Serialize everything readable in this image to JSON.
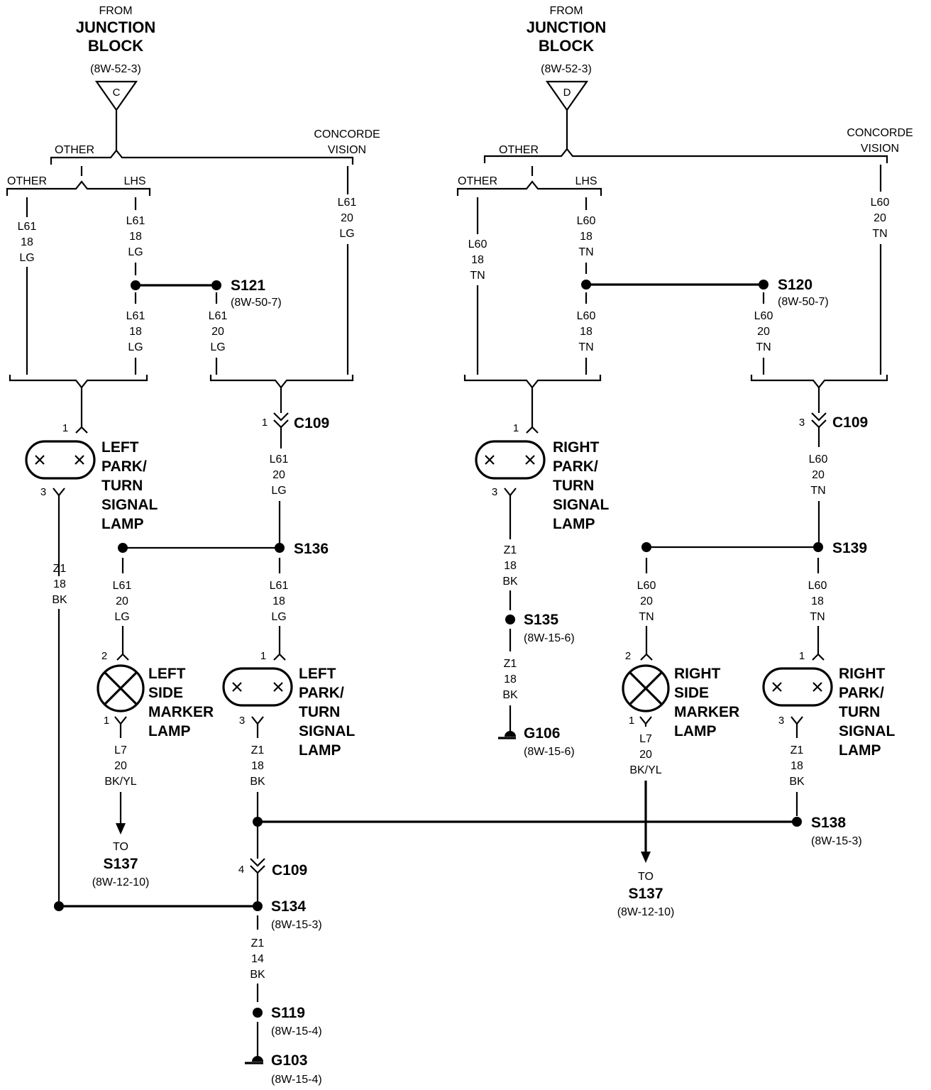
{
  "left": {
    "source": {
      "from": "FROM",
      "title1": "JUNCTION",
      "title2": "BLOCK",
      "ref": "(8W-52-3)",
      "conn": "C"
    },
    "branch": {
      "other": "OTHER",
      "concorde1": "CONCORDE",
      "concorde2": "VISION",
      "other2": "OTHER",
      "lhs": "LHS"
    },
    "wires": {
      "w_other": [
        "L61",
        "18",
        "LG"
      ],
      "w_lhs_top": [
        "L61",
        "18",
        "LG"
      ],
      "w_concorde": [
        "L61",
        "20",
        "LG"
      ],
      "w_lhs_bot": [
        "L61",
        "18",
        "LG"
      ],
      "w_s121": [
        "L61",
        "20",
        "LG"
      ],
      "w_c109": [
        "L61",
        "20",
        "LG"
      ],
      "w_z1_left": [
        "Z1",
        "18",
        "BK"
      ],
      "w_side_top": [
        "L61",
        "20",
        "LG"
      ],
      "w_park2_top": [
        "L61",
        "18",
        "LG"
      ],
      "w_l7": [
        "L7",
        "20",
        "BK/YL"
      ],
      "w_park2_bot": [
        "Z1",
        "18",
        "BK"
      ],
      "w_ground": [
        "Z1",
        "14",
        "BK"
      ]
    },
    "splices": {
      "s121": {
        "name": "S121",
        "ref": "(8W-50-7)"
      },
      "s136": {
        "name": "S136"
      },
      "s134": {
        "name": "S134",
        "ref": "(8W-15-3)"
      },
      "s119": {
        "name": "S119",
        "ref": "(8W-15-4)"
      },
      "g103": {
        "name": "G103",
        "ref": "(8W-15-4)"
      }
    },
    "connectors": {
      "c109_top": {
        "name": "C109",
        "pin": "1"
      },
      "c109_bot": {
        "name": "C109",
        "pin": "4"
      }
    },
    "lamp1": {
      "lines": [
        "LEFT",
        "PARK/",
        "TURN",
        "SIGNAL",
        "LAMP"
      ],
      "pin_top": "1",
      "pin_bot": "3"
    },
    "side": {
      "lines": [
        "LEFT",
        "SIDE",
        "MARKER",
        "LAMP"
      ],
      "pin_top": "2",
      "pin_bot": "1"
    },
    "lamp2": {
      "lines": [
        "LEFT",
        "PARK/",
        "TURN",
        "SIGNAL",
        "LAMP"
      ],
      "pin_top": "1",
      "pin_bot": "3"
    },
    "to": {
      "to": "TO",
      "name": "S137",
      "ref": "(8W-12-10)"
    }
  },
  "right": {
    "source": {
      "from": "FROM",
      "title1": "JUNCTION",
      "title2": "BLOCK",
      "ref": "(8W-52-3)",
      "conn": "D"
    },
    "branch": {
      "other": "OTHER",
      "concorde1": "CONCORDE",
      "concorde2": "VISION",
      "other2": "OTHER",
      "lhs": "LHS"
    },
    "wires": {
      "w_other": [
        "L60",
        "18",
        "TN"
      ],
      "w_lhs_top": [
        "L60",
        "18",
        "TN"
      ],
      "w_concorde": [
        "L60",
        "20",
        "TN"
      ],
      "w_lhs_bot": [
        "L60",
        "18",
        "TN"
      ],
      "w_s120": [
        "L60",
        "20",
        "TN"
      ],
      "w_c109": [
        "L60",
        "20",
        "TN"
      ],
      "w_z1_lamp": [
        "Z1",
        "18",
        "BK"
      ],
      "w_z1_g106": [
        "Z1",
        "18",
        "BK"
      ],
      "w_side_top": [
        "L60",
        "20",
        "TN"
      ],
      "w_park2_top": [
        "L60",
        "18",
        "TN"
      ],
      "w_l7": [
        "L7",
        "20",
        "BK/YL"
      ],
      "w_park2_bot": [
        "Z1",
        "18",
        "BK"
      ]
    },
    "splices": {
      "s120": {
        "name": "S120",
        "ref": "(8W-50-7)"
      },
      "s139": {
        "name": "S139"
      },
      "s135": {
        "name": "S135",
        "ref": "(8W-15-6)"
      },
      "g106": {
        "name": "G106",
        "ref": "(8W-15-6)"
      },
      "s138": {
        "name": "S138",
        "ref": "(8W-15-3)"
      }
    },
    "connectors": {
      "c109_top": {
        "name": "C109",
        "pin": "3"
      }
    },
    "lamp1": {
      "lines": [
        "RIGHT",
        "PARK/",
        "TURN",
        "SIGNAL",
        "LAMP"
      ],
      "pin_top": "1",
      "pin_bot": "3"
    },
    "side": {
      "lines": [
        "RIGHT",
        "SIDE",
        "MARKER",
        "LAMP"
      ],
      "pin_top": "2",
      "pin_bot": "1"
    },
    "lamp2": {
      "lines": [
        "RIGHT",
        "PARK/",
        "TURN",
        "SIGNAL",
        "LAMP"
      ],
      "pin_top": "1",
      "pin_bot": "3"
    },
    "to": {
      "to": "TO",
      "name": "S137",
      "ref": "(8W-12-10)"
    }
  }
}
